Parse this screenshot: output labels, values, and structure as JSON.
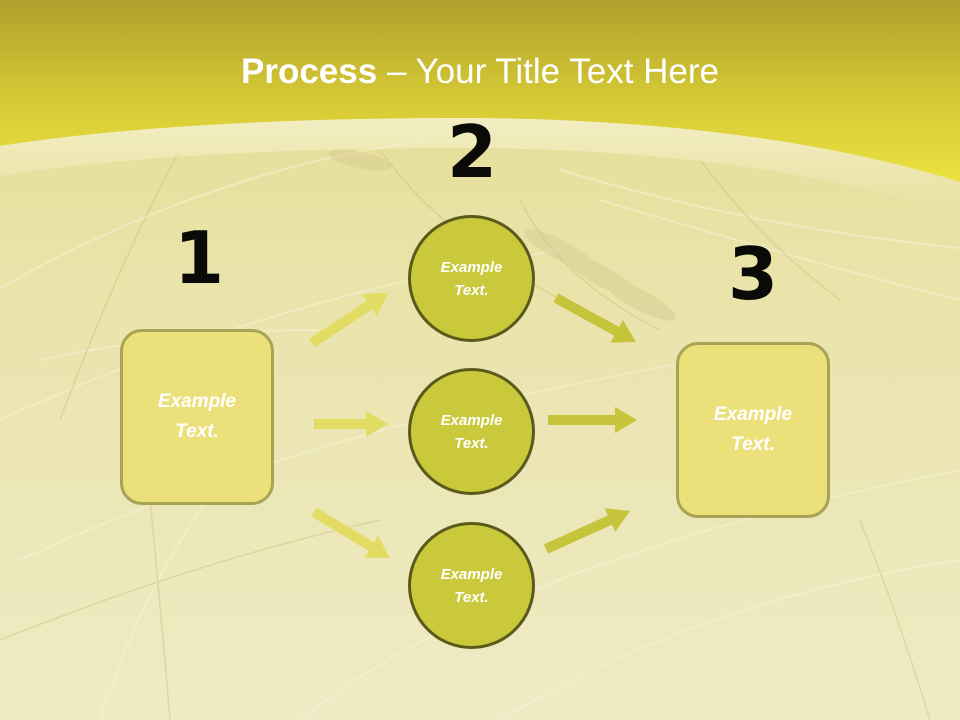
{
  "title": {
    "bold": "Process",
    "rest": " – Your Title Text Here"
  },
  "steps": [
    {
      "number": "1",
      "box_text": [
        "Example",
        "Text."
      ]
    },
    {
      "number": "2",
      "circles": [
        {
          "text": [
            "Example",
            "Text."
          ]
        },
        {
          "text": [
            "Example",
            "Text."
          ]
        },
        {
          "text": [
            "Example",
            "Text."
          ]
        }
      ]
    },
    {
      "number": "3",
      "box_text": [
        "Example",
        "Text."
      ]
    }
  ],
  "colors": {
    "banner": "#c8b82a",
    "box_fill": "#ece07a",
    "box_border": "#a8a355",
    "circle_fill": "#c9c93b",
    "circle_border": "#5a5a1a",
    "arrow": "#e3dc62",
    "arrow_dark": "#c6c43a"
  }
}
